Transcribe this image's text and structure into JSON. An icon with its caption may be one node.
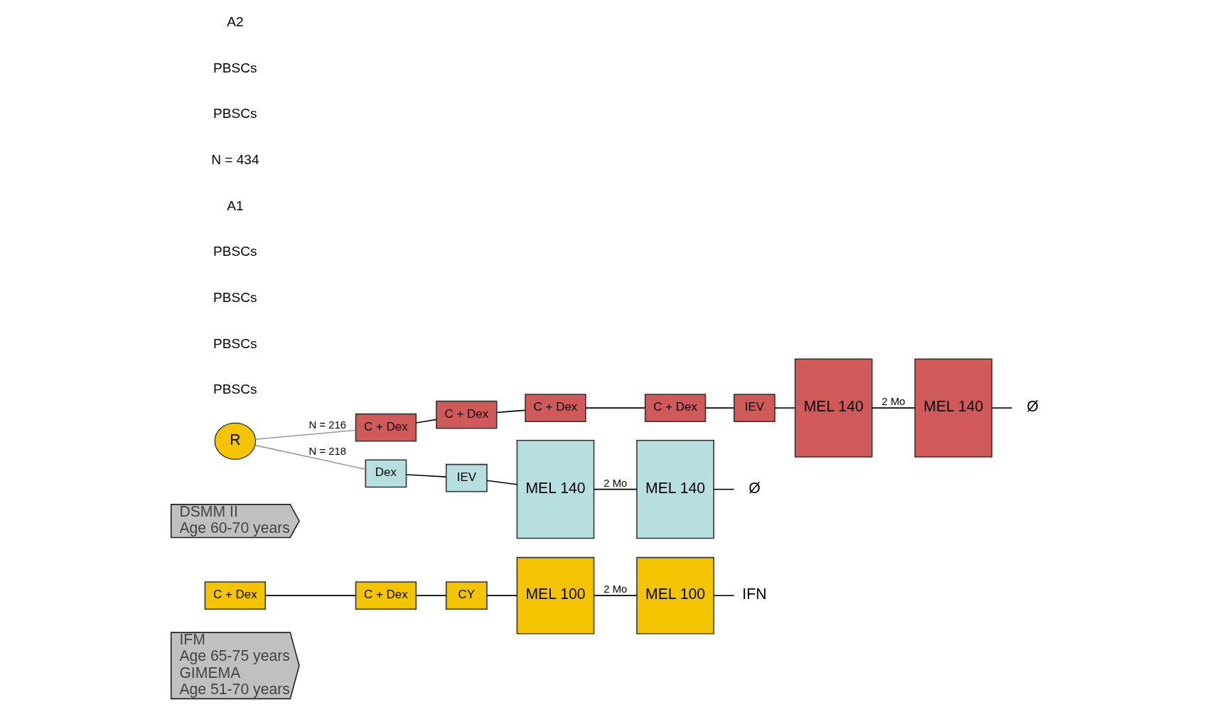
{
  "diagram": {
    "nodes": [
      {
        "text": [
          "IFM",
          "Age 65-75 years",
          "GIMEMA",
          "Age 51-70 years"
        ]
      },
      {
        "text": [
          "C + Dex"
        ]
      },
      {
        "text": [
          "C + Dex"
        ]
      },
      {
        "text": [
          "CY"
        ]
      },
      {
        "text": [
          "MEL 100"
        ]
      },
      {
        "text": [
          "MEL 100"
        ]
      },
      {
        "text": [
          "IFN"
        ]
      },
      {
        "text": [
          "DSMM II",
          "Age 60-70 years"
        ]
      },
      {
        "text": [
          "R"
        ]
      },
      {
        "text": [
          "C + Dex"
        ]
      },
      {
        "text": [
          "C + Dex"
        ]
      },
      {
        "text": [
          "C + Dex"
        ]
      },
      {
        "text": [
          "C + Dex"
        ]
      },
      {
        "text": [
          "IEV"
        ]
      },
      {
        "text": [
          "MEL 140"
        ]
      },
      {
        "text": [
          "MEL 140"
        ]
      },
      {
        "text": [
          "Ø"
        ]
      },
      {
        "text": [
          "Dex"
        ]
      },
      {
        "text": [
          "IEV"
        ]
      },
      {
        "text": [
          "MEL 140"
        ]
      },
      {
        "text": [
          "MEL 140"
        ]
      },
      {
        "text": [
          "Ø"
        ]
      }
    ],
    "edges": [
      {
        "from": 1,
        "to": 2,
        "arrow": "none"
      },
      {
        "from": 2,
        "to": 3,
        "arrow": "none"
      },
      {
        "from": 3,
        "to": 4,
        "arrow": "none"
      },
      {
        "from": 4,
        "to": 5,
        "arrow": "none",
        "label": "2 Mo"
      },
      {
        "from": 5,
        "to": 6,
        "arrow": "none"
      },
      {
        "from": 8,
        "to": 9,
        "arrow": "none",
        "label": "N = 216",
        "color": "#999999"
      },
      {
        "from": 9,
        "to": 10,
        "arrow": "none"
      },
      {
        "from": 10,
        "to": 11,
        "arrow": "none"
      },
      {
        "from": 11,
        "to": 12,
        "arrow": "none"
      },
      {
        "from": 12,
        "to": 13,
        "arrow": "none"
      },
      {
        "from": 13,
        "to": 14,
        "arrow": "none"
      },
      {
        "from": 14,
        "to": 15,
        "arrow": "none",
        "label": "2 Mo"
      },
      {
        "from": 15,
        "to": 16,
        "arrow": "none"
      },
      {
        "from": 8,
        "to": 17,
        "arrow": "none",
        "label": "N = 218",
        "color": "#999999"
      },
      {
        "from": 17,
        "to": 18,
        "arrow": "none"
      },
      {
        "from": 18,
        "to": 19,
        "arrow": "none"
      },
      {
        "from": 19,
        "to": 20,
        "arrow": "none",
        "label": "2 Mo"
      },
      {
        "from": 20,
        "to": 21,
        "arrow": "none"
      }
    ],
    "labels": [
      "PBSCs",
      "PBSCs",
      "PBSCs",
      "PBSCs",
      "A1",
      "N = 434",
      "PBSCs",
      "PBSCs",
      "A2"
    ]
  }
}
